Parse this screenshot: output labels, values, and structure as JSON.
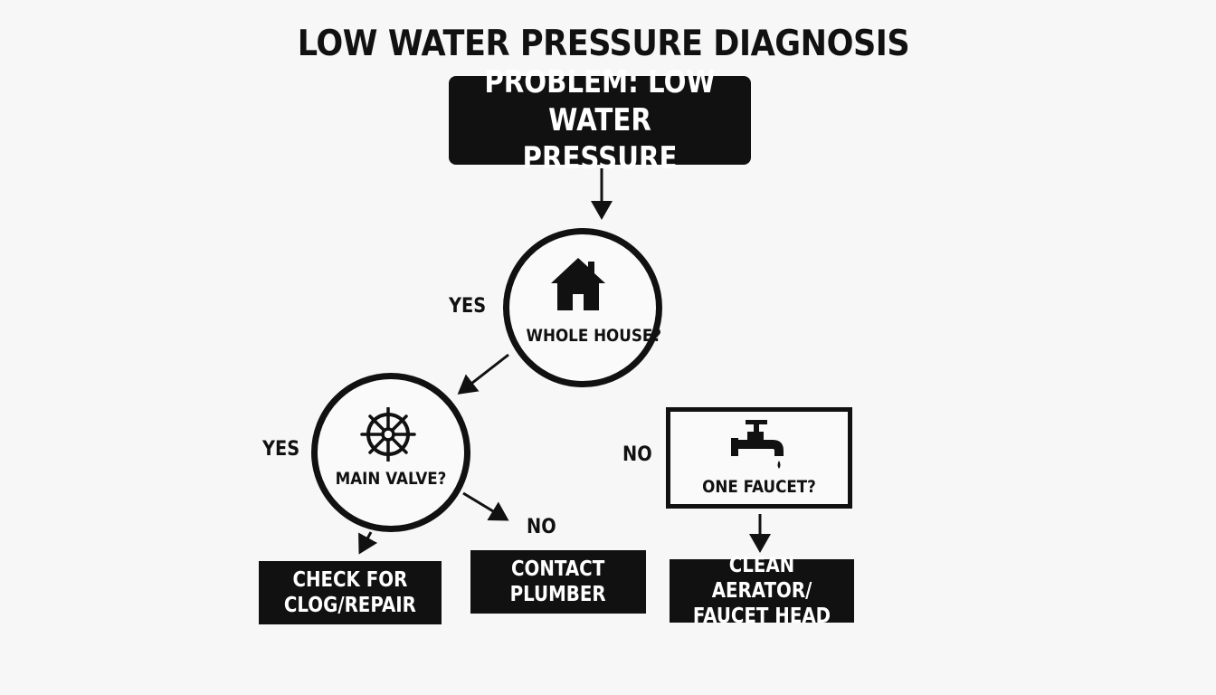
{
  "title": "LOW WATER PRESSURE DIAGNOSIS",
  "nodes": {
    "problem": "PROBLEM: LOW\nWATER PRESSURE",
    "whole_house": {
      "question": "WHOLE HOUSE?",
      "icon": "house-icon"
    },
    "main_valve": {
      "question": "MAIN VALVE?",
      "icon": "valve-wheel-icon"
    },
    "one_faucet": {
      "question": "ONE FAUCET?",
      "icon": "faucet-icon"
    },
    "check_clog": "CHECK FOR\nCLOG/REPAIR",
    "contact_plumber": "CONTACT\nPLUMBER",
    "clean_aerator": "CLEAN AERATOR/\nFAUCET HEAD"
  },
  "edge_labels": {
    "whole_house_yes": "YES",
    "main_valve_yes": "YES",
    "main_valve_no": "NO",
    "one_faucet_no": "NO"
  },
  "colors": {
    "ink": "#111111",
    "background": "#f7f7f7",
    "box_text": "#ffffff"
  }
}
